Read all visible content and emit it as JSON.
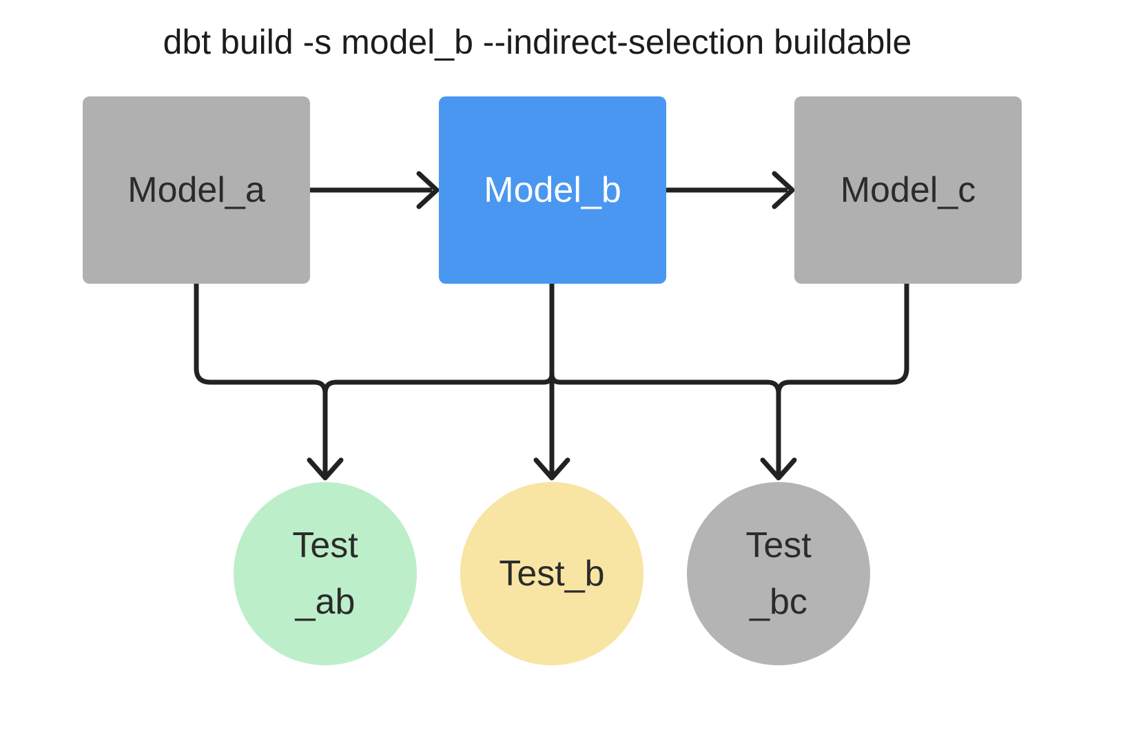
{
  "title": "dbt build -s model_b --indirect-selection buildable",
  "diagram": {
    "edge_color": "#222222",
    "models": [
      {
        "id": "model_a",
        "label": "Model_a",
        "fill": "#b0b0b0",
        "text_color": "#2b2b2b",
        "selected": false
      },
      {
        "id": "model_b",
        "label": "Model_b",
        "fill": "#4a97f2",
        "text_color": "#ffffff",
        "selected": true
      },
      {
        "id": "model_c",
        "label": "Model_c",
        "fill": "#b0b0b0",
        "text_color": "#2b2b2b",
        "selected": false
      }
    ],
    "tests": [
      {
        "id": "test_ab",
        "line1": "Test",
        "line2": "_ab",
        "fill": "#bdeeca",
        "text_color": "#2b2b2b"
      },
      {
        "id": "test_b",
        "line1": "Test_b",
        "fill": "#f8e5a4",
        "text_color": "#2b2b2b"
      },
      {
        "id": "test_bc",
        "line1": "Test",
        "line2": "_bc",
        "fill": "#b4b4b4",
        "text_color": "#2b2b2b"
      }
    ],
    "edges": [
      {
        "from": "model_a",
        "to": "model_b"
      },
      {
        "from": "model_b",
        "to": "model_c"
      },
      {
        "from": "model_a",
        "to": "test_ab"
      },
      {
        "from": "model_b",
        "to": "test_ab"
      },
      {
        "from": "model_b",
        "to": "test_b"
      },
      {
        "from": "model_b",
        "to": "test_bc"
      },
      {
        "from": "model_c",
        "to": "test_bc"
      }
    ]
  }
}
